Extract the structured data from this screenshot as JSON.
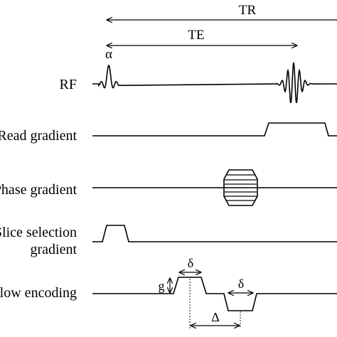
{
  "timing": {
    "tr_label": "TR",
    "te_label": "TE"
  },
  "rows": {
    "rf": {
      "label": "RF",
      "flip_angle": "α"
    },
    "read": {
      "label": "Read gradient"
    },
    "phase": {
      "label": "Phase gradient"
    },
    "slice": {
      "label_line1": "Slice selection",
      "label_line2": "gradient"
    },
    "flow": {
      "label": "Flow encoding",
      "amplitude_label": "g",
      "duration_label": "δ",
      "separation_label": "Δ"
    }
  }
}
